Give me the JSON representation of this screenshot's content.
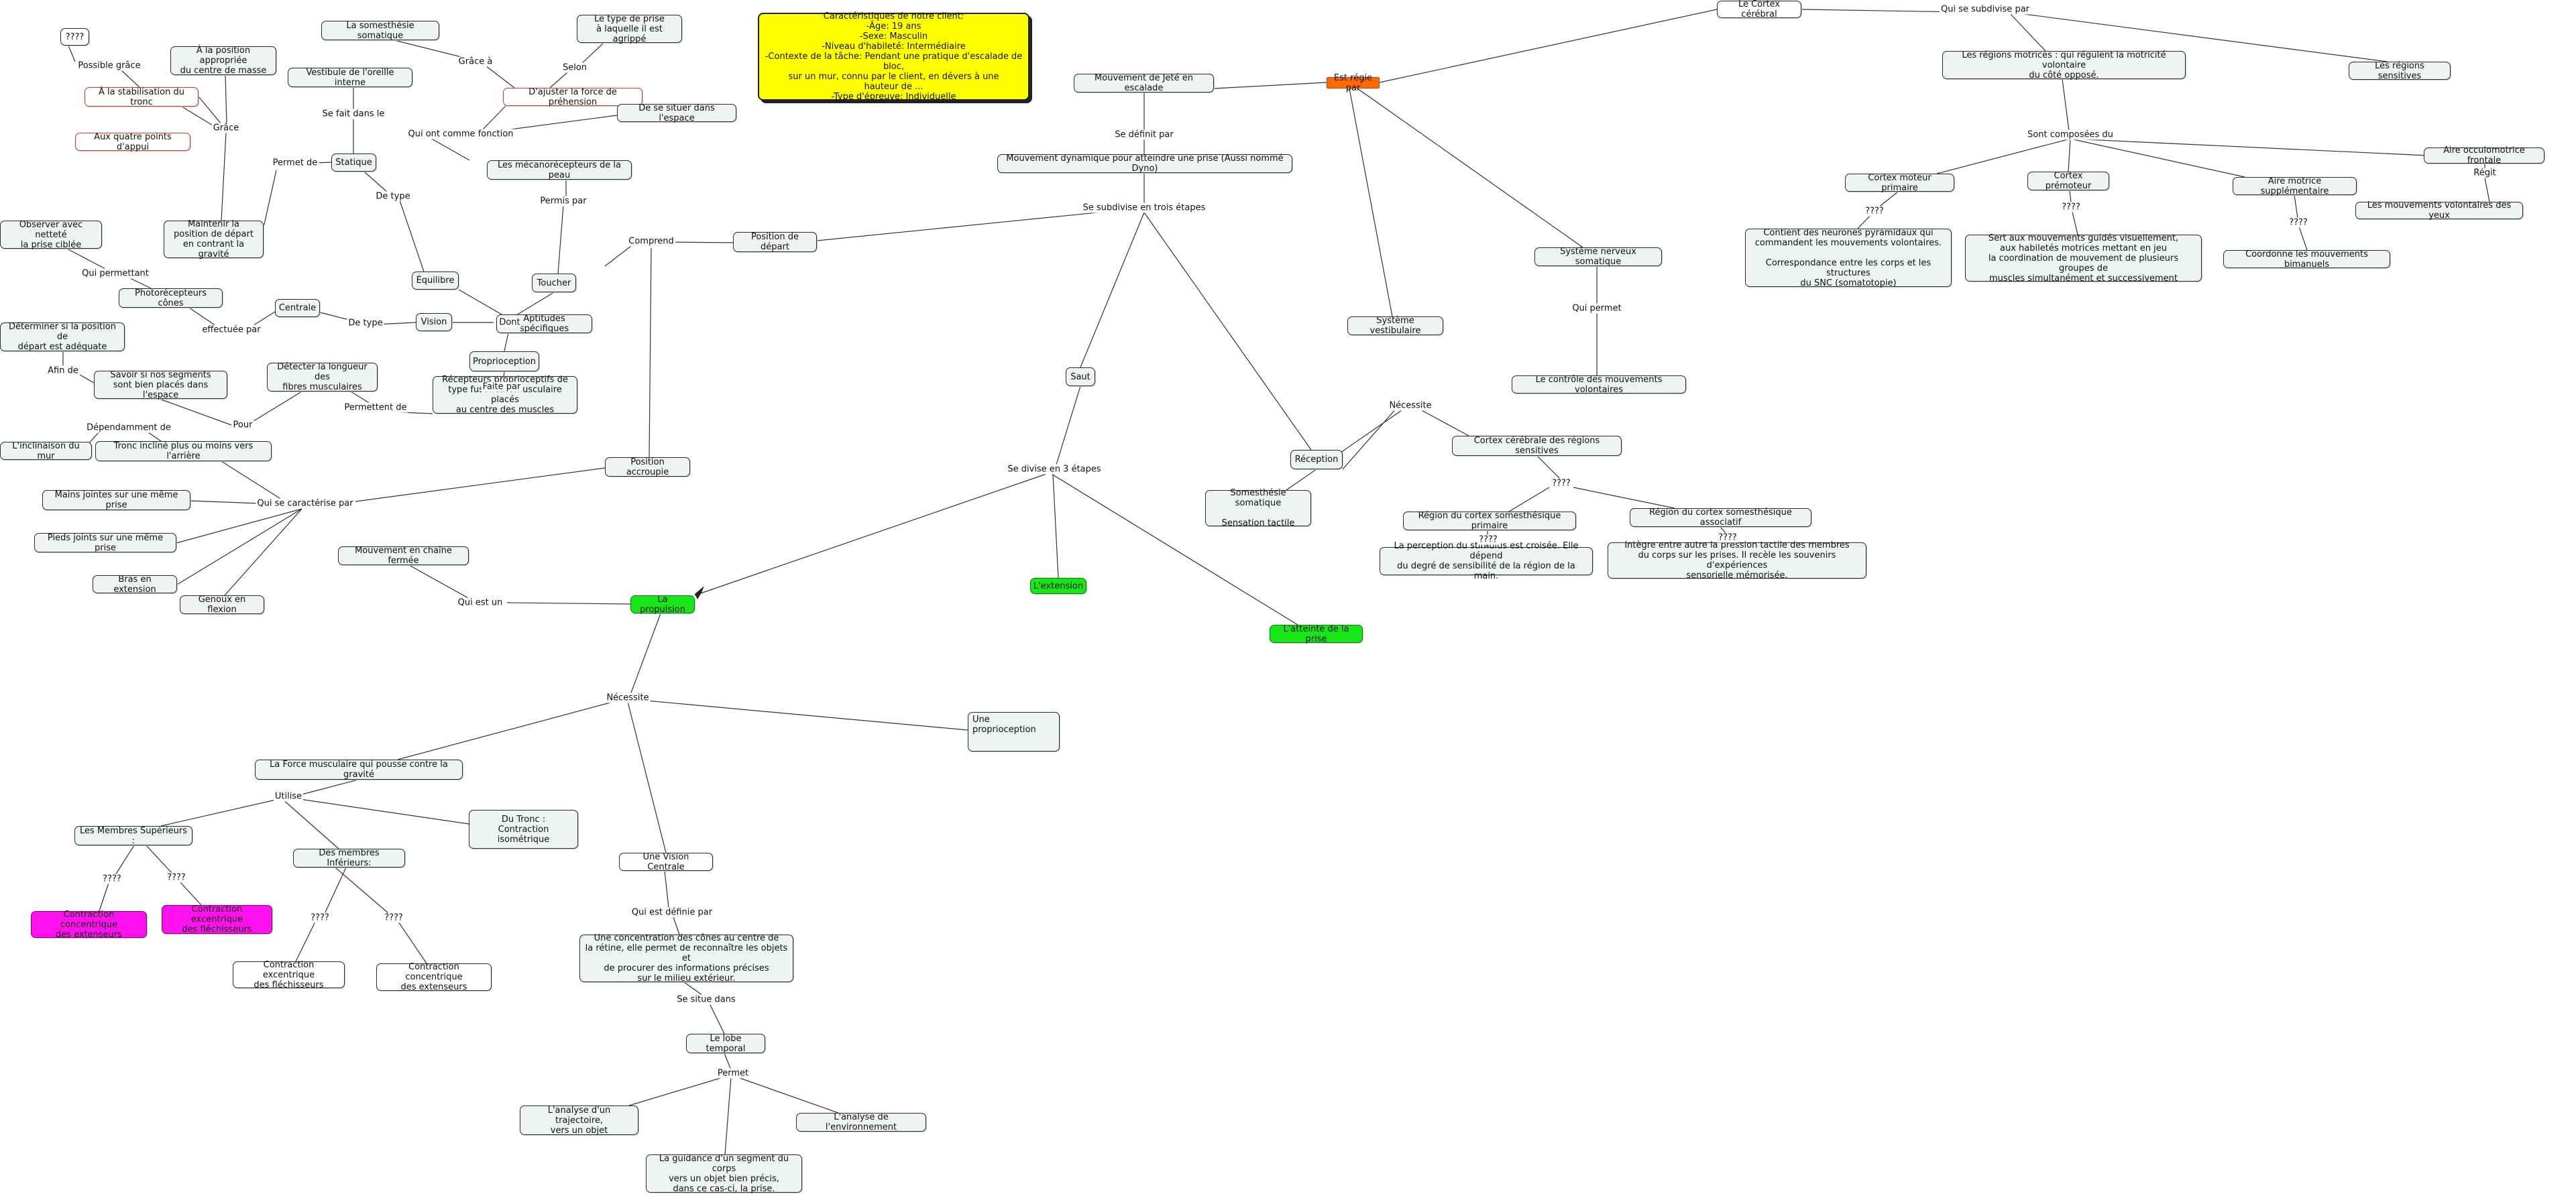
{
  "nodes": {
    "cortex": {
      "text": "Le Cortex cérébral"
    },
    "regions_sens": {
      "text": "Les régions sensitives"
    },
    "regions_motrices": {
      "text": "Les régions motrices : qui régulent la motricité volontaire\ndu côté opposé."
    },
    "aire_oculo": {
      "text": "Aire occulomotrice frontale"
    },
    "mvt_yeux": {
      "text": "Les mouvements volontaires des yeux"
    },
    "cortex_moteur": {
      "text": "Cortex moteur primaire"
    },
    "cortex_premoteur": {
      "text": "Cortex prémoteur"
    },
    "aire_supp": {
      "text": "Aire motrice supplémentaire"
    },
    "contient_neurones": {
      "text": "Contient des neurones pyramidaux qui\ncommandent les mouvements volontaires.\n\nCorrespondance entre les corps et les structures\ndu SNC (somatotopie)"
    },
    "sert_mvt": {
      "text": "Sert aux mouvements guidés visuellement,\naux habiletés motrices mettant en jeu\nla coordination de mouvement de plusieurs groupes de\nmuscles simultanément et successivement"
    },
    "coordonne": {
      "text": "Coordonne les mouvements bimanuels"
    },
    "mvt_jete": {
      "text": "Mouvement de Jeté en escalade"
    },
    "est_regie": {
      "text": "Est régie par"
    },
    "mvt_dyn": {
      "text": "Mouvement dynamique pour atteindre une prise (Aussi nommé Dyno)"
    },
    "systeme_vest": {
      "text": "Système vestibulaire"
    },
    "sns": {
      "text": "Système nerveux somatique"
    },
    "controle_mvt": {
      "text": "Le contrôle des mouvements volontaires"
    },
    "reception": {
      "text": "Réception"
    },
    "cortex_sens": {
      "text": "Cortex cérébrale des régions sensitives"
    },
    "somesthesie": {
      "text": "Somesthésie somatique\n\nSensation tactile"
    },
    "region_prim": {
      "text": "Région du cortex somesthésique primaire"
    },
    "region_assoc": {
      "text": "Région du cortex somesthésique associatif"
    },
    "perception": {
      "text": "La perception du stimulus est croisée. Elle dépend\ndu degré de sensibilité de la région de la main."
    },
    "integre": {
      "text": "Intègre entre autre la pression tactile des membres\ndu corps sur les prises. Il recèle les souvenirs d'expériences\nsensorielle mémorisée."
    },
    "saut": {
      "text": "Saut"
    },
    "extension": {
      "text": "L'extension"
    },
    "atteinte": {
      "text": "L'atteinte de la prise"
    },
    "propulsion": {
      "text": "La propulsion"
    },
    "yellow_box": {
      "text": "Caractéristiques de notre client:\n-Âge: 19 ans\n-Sexe: Masculin\n-Niveau d'habileté: Intermédiaire\n-Contexte de la tâche: Pendant une pratique d'escalade de bloc,\nsur un mur, connu par le client, en dévers à une\nhauteur de ...\n-Type d'épreuve: Individuelle"
    },
    "type_prise": {
      "text": "Le type de prise\nà laquelle il est agrippé"
    },
    "somesthesie_soma": {
      "text": "La somesthésie somatique"
    },
    "ajuster": {
      "text": "D'ajuster la force de préhension"
    },
    "situer": {
      "text": "De se situer dans l'espace"
    },
    "mecano": {
      "text": "Les mécanorécepteurs de la peau"
    },
    "vestibule": {
      "text": "Vestibule de l'oreille interne"
    },
    "statique": {
      "text": "Statique"
    },
    "equilibre": {
      "text": "Équilibre"
    },
    "toucher": {
      "text": "Toucher"
    },
    "vision": {
      "text": "Vision"
    },
    "aptitudes": {
      "text": "Aptitudes spécifiques"
    },
    "proprioception": {
      "text": "Proprioception"
    },
    "recepteurs": {
      "text": "Récepteurs proprioceptifs de\ntype fusoneuromusculaire placés\nau centre des muscles"
    },
    "detecter": {
      "text": "Détecter la longueur des\nfibres musculaires"
    },
    "position_depart": {
      "text": "Position de départ"
    },
    "q4": {
      "text": "????"
    },
    "stabilisation": {
      "text": "À la stabilisation du tronc"
    },
    "quatre_points": {
      "text": "Aux quatre points d'appui"
    },
    "position_appr": {
      "text": "À la position appropriée\ndu centre de masse"
    },
    "maintenir": {
      "text": "Maintenir la\nposition de départ\nen contrant la gravité"
    },
    "observer": {
      "text": "Observer avec netteté\nla prise ciblée"
    },
    "photorecepteurs": {
      "text": "Photorécepteurs cônes"
    },
    "centrale": {
      "text": "Centrale"
    },
    "determiner": {
      "text": "Déterminer si la position de\ndépart est adéquate"
    },
    "savoir": {
      "text": "Savoir si nos segments\nsont bien placés dans l'espace"
    },
    "inclinaison": {
      "text": "L'inclinaison du mur"
    },
    "tronc": {
      "text": "Tronc incliné plus ou moins vers l'arrière"
    },
    "mains": {
      "text": "Mains jointes sur une même prise"
    },
    "pieds": {
      "text": "Pieds joints sur une même prise"
    },
    "bras": {
      "text": "Bras en extension"
    },
    "genoux": {
      "text": "Genoux en flexion"
    },
    "position_accroupie": {
      "text": "Position accroupie"
    },
    "chaine_fermee": {
      "text": "Mouvement en chaîne fermée"
    },
    "une_proprio": {
      "text": "Une proprioception"
    },
    "force_musc": {
      "text": "La Force musculaire qui pousse contre la gravité"
    },
    "membres_sup": {
      "text": "Les Membres Supérieurs :"
    },
    "du_tronc": {
      "text": "Du Tronc :\nContraction isométrique"
    },
    "membres_inf": {
      "text": "Des membres Inférieurs:"
    },
    "cc_ext_mag": {
      "text": "Contraction concentrique\ndes extenseurs"
    },
    "ce_flech_mag": {
      "text": "Contraction excentrique\ndes fléchisseurs"
    },
    "ce_flech": {
      "text": "Contraction excentrique\ndes fléchisseurs"
    },
    "cc_ext": {
      "text": "Contraction concentrique\ndes extenseurs"
    },
    "vision_centrale": {
      "text": "Une Vision Centrale"
    },
    "concentration": {
      "text": "Une concentration des cônes au centre de\nla rétine, elle permet de reconnaître les objets et\nde procurer des informations précises\nsur le milieu extérieur."
    },
    "lobe_temporal": {
      "text": "Le lobe temporal"
    },
    "trajectoire": {
      "text": "L'analyse d'un trajectoire,\nvers un objet"
    },
    "guidance": {
      "text": "La guidance d'un segment du corps\nvers un objet bien précis,\ndans ce cas-ci, la prise."
    },
    "analyse_env": {
      "text": "L'analyse de l'environnement"
    }
  },
  "labels": {
    "l_subdivise": {
      "text": "Qui se subdivise par"
    },
    "l_composees": {
      "text": "Sont composées du"
    },
    "l_regit": {
      "text": "Régit"
    },
    "l_q_cmp": {
      "text": "????"
    },
    "l_q_cpm": {
      "text": "????"
    },
    "l_q_ams": {
      "text": "????"
    },
    "l_se_definit": {
      "text": "Se définit par"
    },
    "l_trois": {
      "text": "Se subdivise en trois étapes"
    },
    "l_qui_permet": {
      "text": "Qui permet"
    },
    "l_necessite_r": {
      "text": "Nécessite"
    },
    "l_q_cs": {
      "text": "????"
    },
    "l_q_prim": {
      "text": "????"
    },
    "l_q_assoc": {
      "text": "????"
    },
    "l_3etapes": {
      "text": "Se divise en 3 étapes"
    },
    "l_qui_est_un": {
      "text": "Qui est un"
    },
    "l_necessite_p": {
      "text": "Nécessite"
    },
    "l_utilise": {
      "text": "Utilise"
    },
    "l_q_ms1": {
      "text": "????"
    },
    "l_q_ms2": {
      "text": "????"
    },
    "l_q_mi1": {
      "text": "????"
    },
    "l_q_mi2": {
      "text": "????"
    },
    "l_definie": {
      "text": "Qui est définie par"
    },
    "l_situe": {
      "text": "Se situe dans"
    },
    "l_permet_lobe": {
      "text": "Permet"
    },
    "l_grace_a": {
      "text": "Grâce à"
    },
    "l_selon": {
      "text": "Selon"
    },
    "l_qui_ont": {
      "text": "Qui ont comme fonction"
    },
    "l_fait_dans": {
      "text": "Se fait dans le"
    },
    "l_de_type1": {
      "text": "De type"
    },
    "l_permet_par": {
      "text": "Permis par"
    },
    "l_de_type2": {
      "text": "De type"
    },
    "l_dont": {
      "text": "Dont"
    },
    "l_faite_par": {
      "text": "Faite par"
    },
    "l_permettent": {
      "text": "Permettent de"
    },
    "l_comprend": {
      "text": "Comprend"
    },
    "l_possible": {
      "text": "Possible grâce"
    },
    "l_grace": {
      "text": "Grâce"
    },
    "l_permet_de": {
      "text": "Permet de"
    },
    "l_permettant": {
      "text": "Qui permettant"
    },
    "l_effectuee": {
      "text": "effectuée par"
    },
    "l_afin": {
      "text": "Afin de"
    },
    "l_pour": {
      "text": "Pour"
    },
    "l_dependamment": {
      "text": "Dépendamment de"
    },
    "l_caracterise": {
      "text": "Qui se caractérise par"
    }
  }
}
